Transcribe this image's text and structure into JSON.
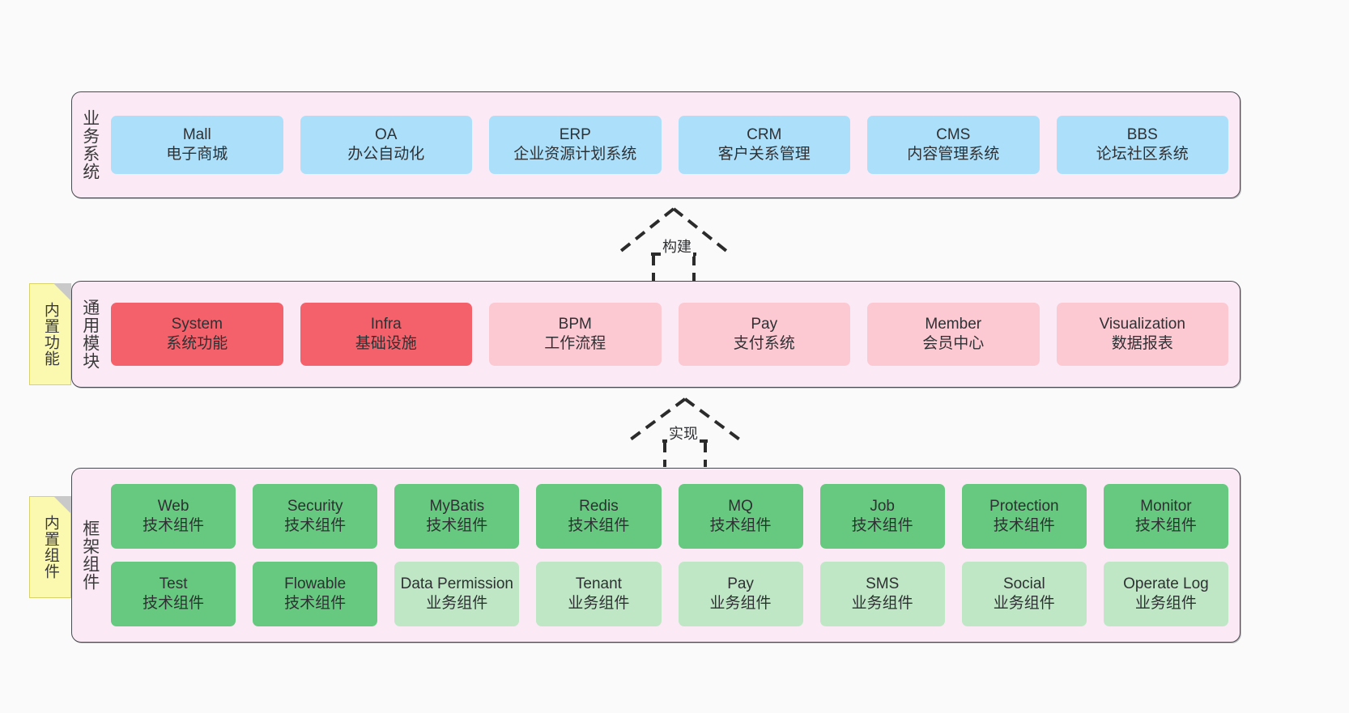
{
  "diagram": {
    "background_color": "#fafafa",
    "layer_fill": "#fbeaf5",
    "layer_border": "#4a4a52",
    "note_fill": "#fbf8b0"
  },
  "notes": [
    {
      "id": "builtin-features",
      "label": "内置功能"
    },
    {
      "id": "builtin-components",
      "label": "内置组件"
    }
  ],
  "connectors": [
    {
      "id": "build",
      "label": "构建",
      "style": "dashed-hollow-arrow-up"
    },
    {
      "id": "implement",
      "label": "实现",
      "style": "dashed-hollow-arrow-up"
    }
  ],
  "layers": [
    {
      "id": "business-system",
      "title": "业务系统",
      "rows": [
        [
          {
            "name": "Mall",
            "sub": "电子商城",
            "color": "#ace0fa"
          },
          {
            "name": "OA",
            "sub": "办公自动化",
            "color": "#ace0fa"
          },
          {
            "name": "ERP",
            "sub": "企业资源计划系统",
            "color": "#ace0fa"
          },
          {
            "name": "CRM",
            "sub": "客户关系管理",
            "color": "#ace0fa"
          },
          {
            "name": "CMS",
            "sub": "内容管理系统",
            "color": "#ace0fa"
          },
          {
            "name": "BBS",
            "sub": "论坛社区系统",
            "color": "#ace0fa"
          }
        ]
      ]
    },
    {
      "id": "common-module",
      "title": "通用模块",
      "rows": [
        [
          {
            "name": "System",
            "sub": "系统功能",
            "color": "#f4616a"
          },
          {
            "name": "Infra",
            "sub": "基础设施",
            "color": "#f4616a"
          },
          {
            "name": "BPM",
            "sub": "工作流程",
            "color": "#fcc9d2"
          },
          {
            "name": "Pay",
            "sub": "支付系统",
            "color": "#fcc9d2"
          },
          {
            "name": "Member",
            "sub": "会员中心",
            "color": "#fcc9d2"
          },
          {
            "name": "Visualization",
            "sub": "数据报表",
            "color": "#fcc9d2"
          }
        ]
      ]
    },
    {
      "id": "framework-component",
      "title": "框架组件",
      "rows": [
        [
          {
            "name": "Web",
            "sub": "技术组件",
            "color": "#66c97f"
          },
          {
            "name": "Security",
            "sub": "技术组件",
            "color": "#66c97f"
          },
          {
            "name": "MyBatis",
            "sub": "技术组件",
            "color": "#66c97f"
          },
          {
            "name": "Redis",
            "sub": "技术组件",
            "color": "#66c97f"
          },
          {
            "name": "MQ",
            "sub": "技术组件",
            "color": "#66c97f"
          },
          {
            "name": "Job",
            "sub": "技术组件",
            "color": "#66c97f"
          },
          {
            "name": "Protection",
            "sub": "技术组件",
            "color": "#66c97f"
          },
          {
            "name": "Monitor",
            "sub": "技术组件",
            "color": "#66c97f"
          }
        ],
        [
          {
            "name": "Test",
            "sub": "技术组件",
            "color": "#66c97f"
          },
          {
            "name": "Flowable",
            "sub": "技术组件",
            "color": "#66c97f"
          },
          {
            "name": "Data Permission",
            "sub": "业务组件",
            "color": "#bfe7c6"
          },
          {
            "name": "Tenant",
            "sub": "业务组件",
            "color": "#bfe7c6"
          },
          {
            "name": "Pay",
            "sub": "业务组件",
            "color": "#bfe7c6"
          },
          {
            "name": "SMS",
            "sub": "业务组件",
            "color": "#bfe7c6"
          },
          {
            "name": "Social",
            "sub": "业务组件",
            "color": "#bfe7c6"
          },
          {
            "name": "Operate Log",
            "sub": "业务组件",
            "color": "#bfe7c6"
          }
        ]
      ]
    }
  ]
}
